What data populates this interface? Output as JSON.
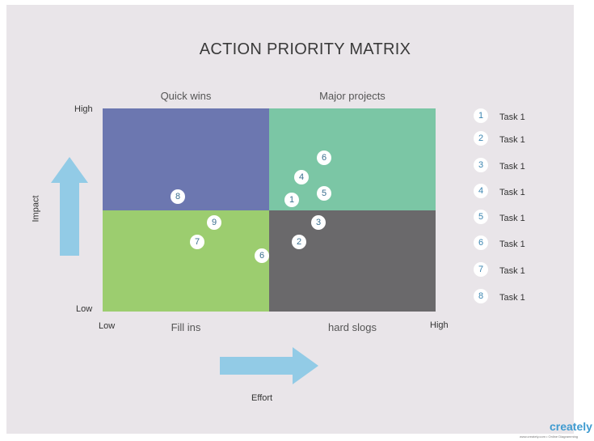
{
  "title": "ACTION PRIORITY MATRIX",
  "quadrants": {
    "top_left": {
      "label": "Quick wins",
      "color": "#6c77b0"
    },
    "top_right": {
      "label": "Major projects",
      "color": "#7bc6a5"
    },
    "bottom_left": {
      "label": "Fill ins",
      "color": "#9ccd6f"
    },
    "bottom_right": {
      "label": "hard slogs",
      "color": "#6a696b"
    }
  },
  "axes": {
    "y_title": "Impact",
    "y_high": "High",
    "y_low": "Low",
    "x_title": "Effort",
    "x_low": "Low",
    "x_high": "High"
  },
  "markers": [
    "6",
    "4",
    "5",
    "1",
    "8",
    "9",
    "3",
    "7",
    "2",
    "6"
  ],
  "legend": [
    {
      "num": "1",
      "label": "Task 1"
    },
    {
      "num": "2",
      "label": "Task 1"
    },
    {
      "num": "3",
      "label": "Task 1"
    },
    {
      "num": "4",
      "label": "Task 1"
    },
    {
      "num": "5",
      "label": "Task 1"
    },
    {
      "num": "6",
      "label": "Task 1"
    },
    {
      "num": "7",
      "label": "Task 1"
    },
    {
      "num": "8",
      "label": "Task 1"
    }
  ],
  "watermark": {
    "brand": "creately",
    "sub": "www.creately.com • Online Diagramming"
  },
  "colors": {
    "arrow": "#92cbe6",
    "background": "#e9e5e9"
  }
}
